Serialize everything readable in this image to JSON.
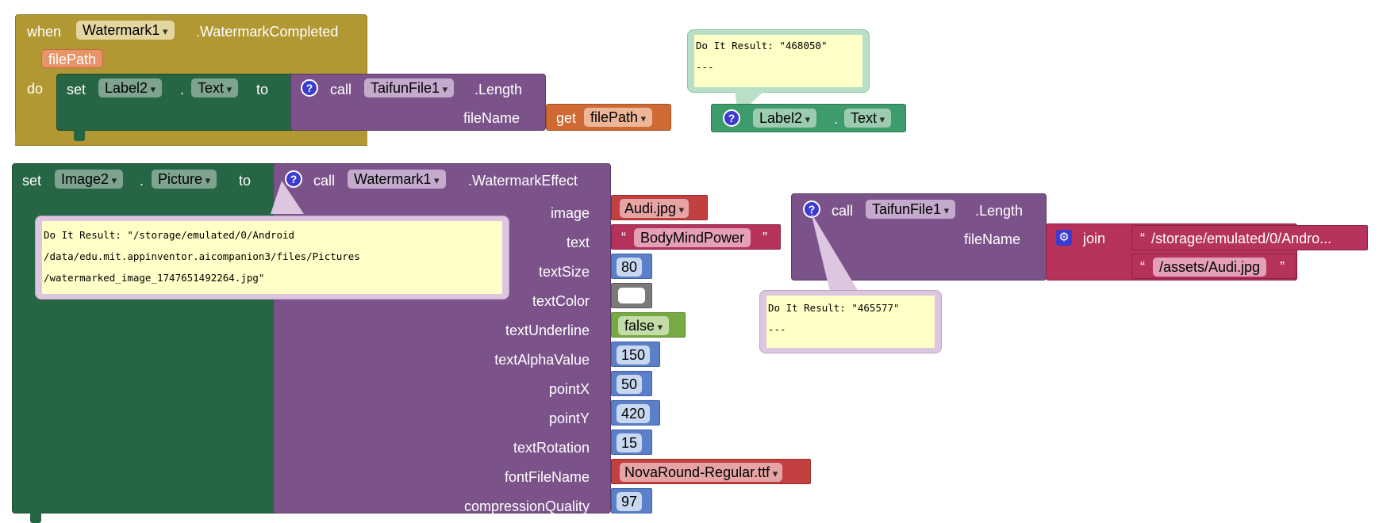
{
  "event_block": {
    "when": "when",
    "component": "Watermark1",
    "event": ".WatermarkCompleted",
    "param": "filePath",
    "do": "do",
    "set": "set",
    "set_component": "Label2",
    "dot": ".",
    "set_property": "Text",
    "to": "to",
    "call": "call",
    "call_component": "TaifunFile1",
    "call_method": ".Length",
    "arg_label": "fileName",
    "get": "get",
    "get_var": "filePath"
  },
  "label_getter": {
    "component": "Label2",
    "dot": ".",
    "property": "Text",
    "result_line1": "Do It Result: \"468050\"",
    "result_line2": "---"
  },
  "set_image_block": {
    "set": "set",
    "component": "Image2",
    "dot": ".",
    "property": "Picture",
    "to": "to",
    "call": "call",
    "call_component": "Watermark1",
    "call_method": ".WatermarkEffect",
    "result_lines": [
      "Do It Result: \"/storage/emulated/0/Android",
      "/data/edu.mit.appinventor.aicompanion3/files/Pictures",
      "/watermarked_image_1747651492264.jpg\""
    ],
    "args": [
      {
        "label": "image",
        "value": "Audi.jpg",
        "kind": "asset"
      },
      {
        "label": "text",
        "value": "BodyMindPower",
        "kind": "text"
      },
      {
        "label": "textSize",
        "value": "80",
        "kind": "number"
      },
      {
        "label": "textColor",
        "value": "",
        "kind": "color"
      },
      {
        "label": "textUnderline",
        "value": "false",
        "kind": "logic"
      },
      {
        "label": "textAlphaValue",
        "value": "150",
        "kind": "number"
      },
      {
        "label": "pointX",
        "value": "50",
        "kind": "number"
      },
      {
        "label": "pointY",
        "value": "420",
        "kind": "number"
      },
      {
        "label": "textRotation",
        "value": "15",
        "kind": "number"
      },
      {
        "label": "fontFileName",
        "value": "NovaRound-Regular.ttf",
        "kind": "asset"
      },
      {
        "label": "compressionQuality",
        "value": "97",
        "kind": "number"
      }
    ]
  },
  "length_block": {
    "call": "call",
    "component": "TaifunFile1",
    "method": ".Length",
    "arg_label": "fileName",
    "join": "join",
    "join_item1": "/storage/emulated/0/Andro...",
    "join_item2": "/assets/Audi.jpg",
    "open_quote": "“",
    "close_quote": "”",
    "result_line1": "Do It Result: \"465577\"",
    "result_line2": "---"
  },
  "colors": {
    "event": "#b29832",
    "set": "#266644",
    "procedure": "#7b538a",
    "variable": "#d06a35",
    "text": "#b5325a",
    "number": "#5b80c7",
    "logic": "#77ab41",
    "component_get": "#3d9b6c",
    "comment_bg": "#ffffc7"
  }
}
